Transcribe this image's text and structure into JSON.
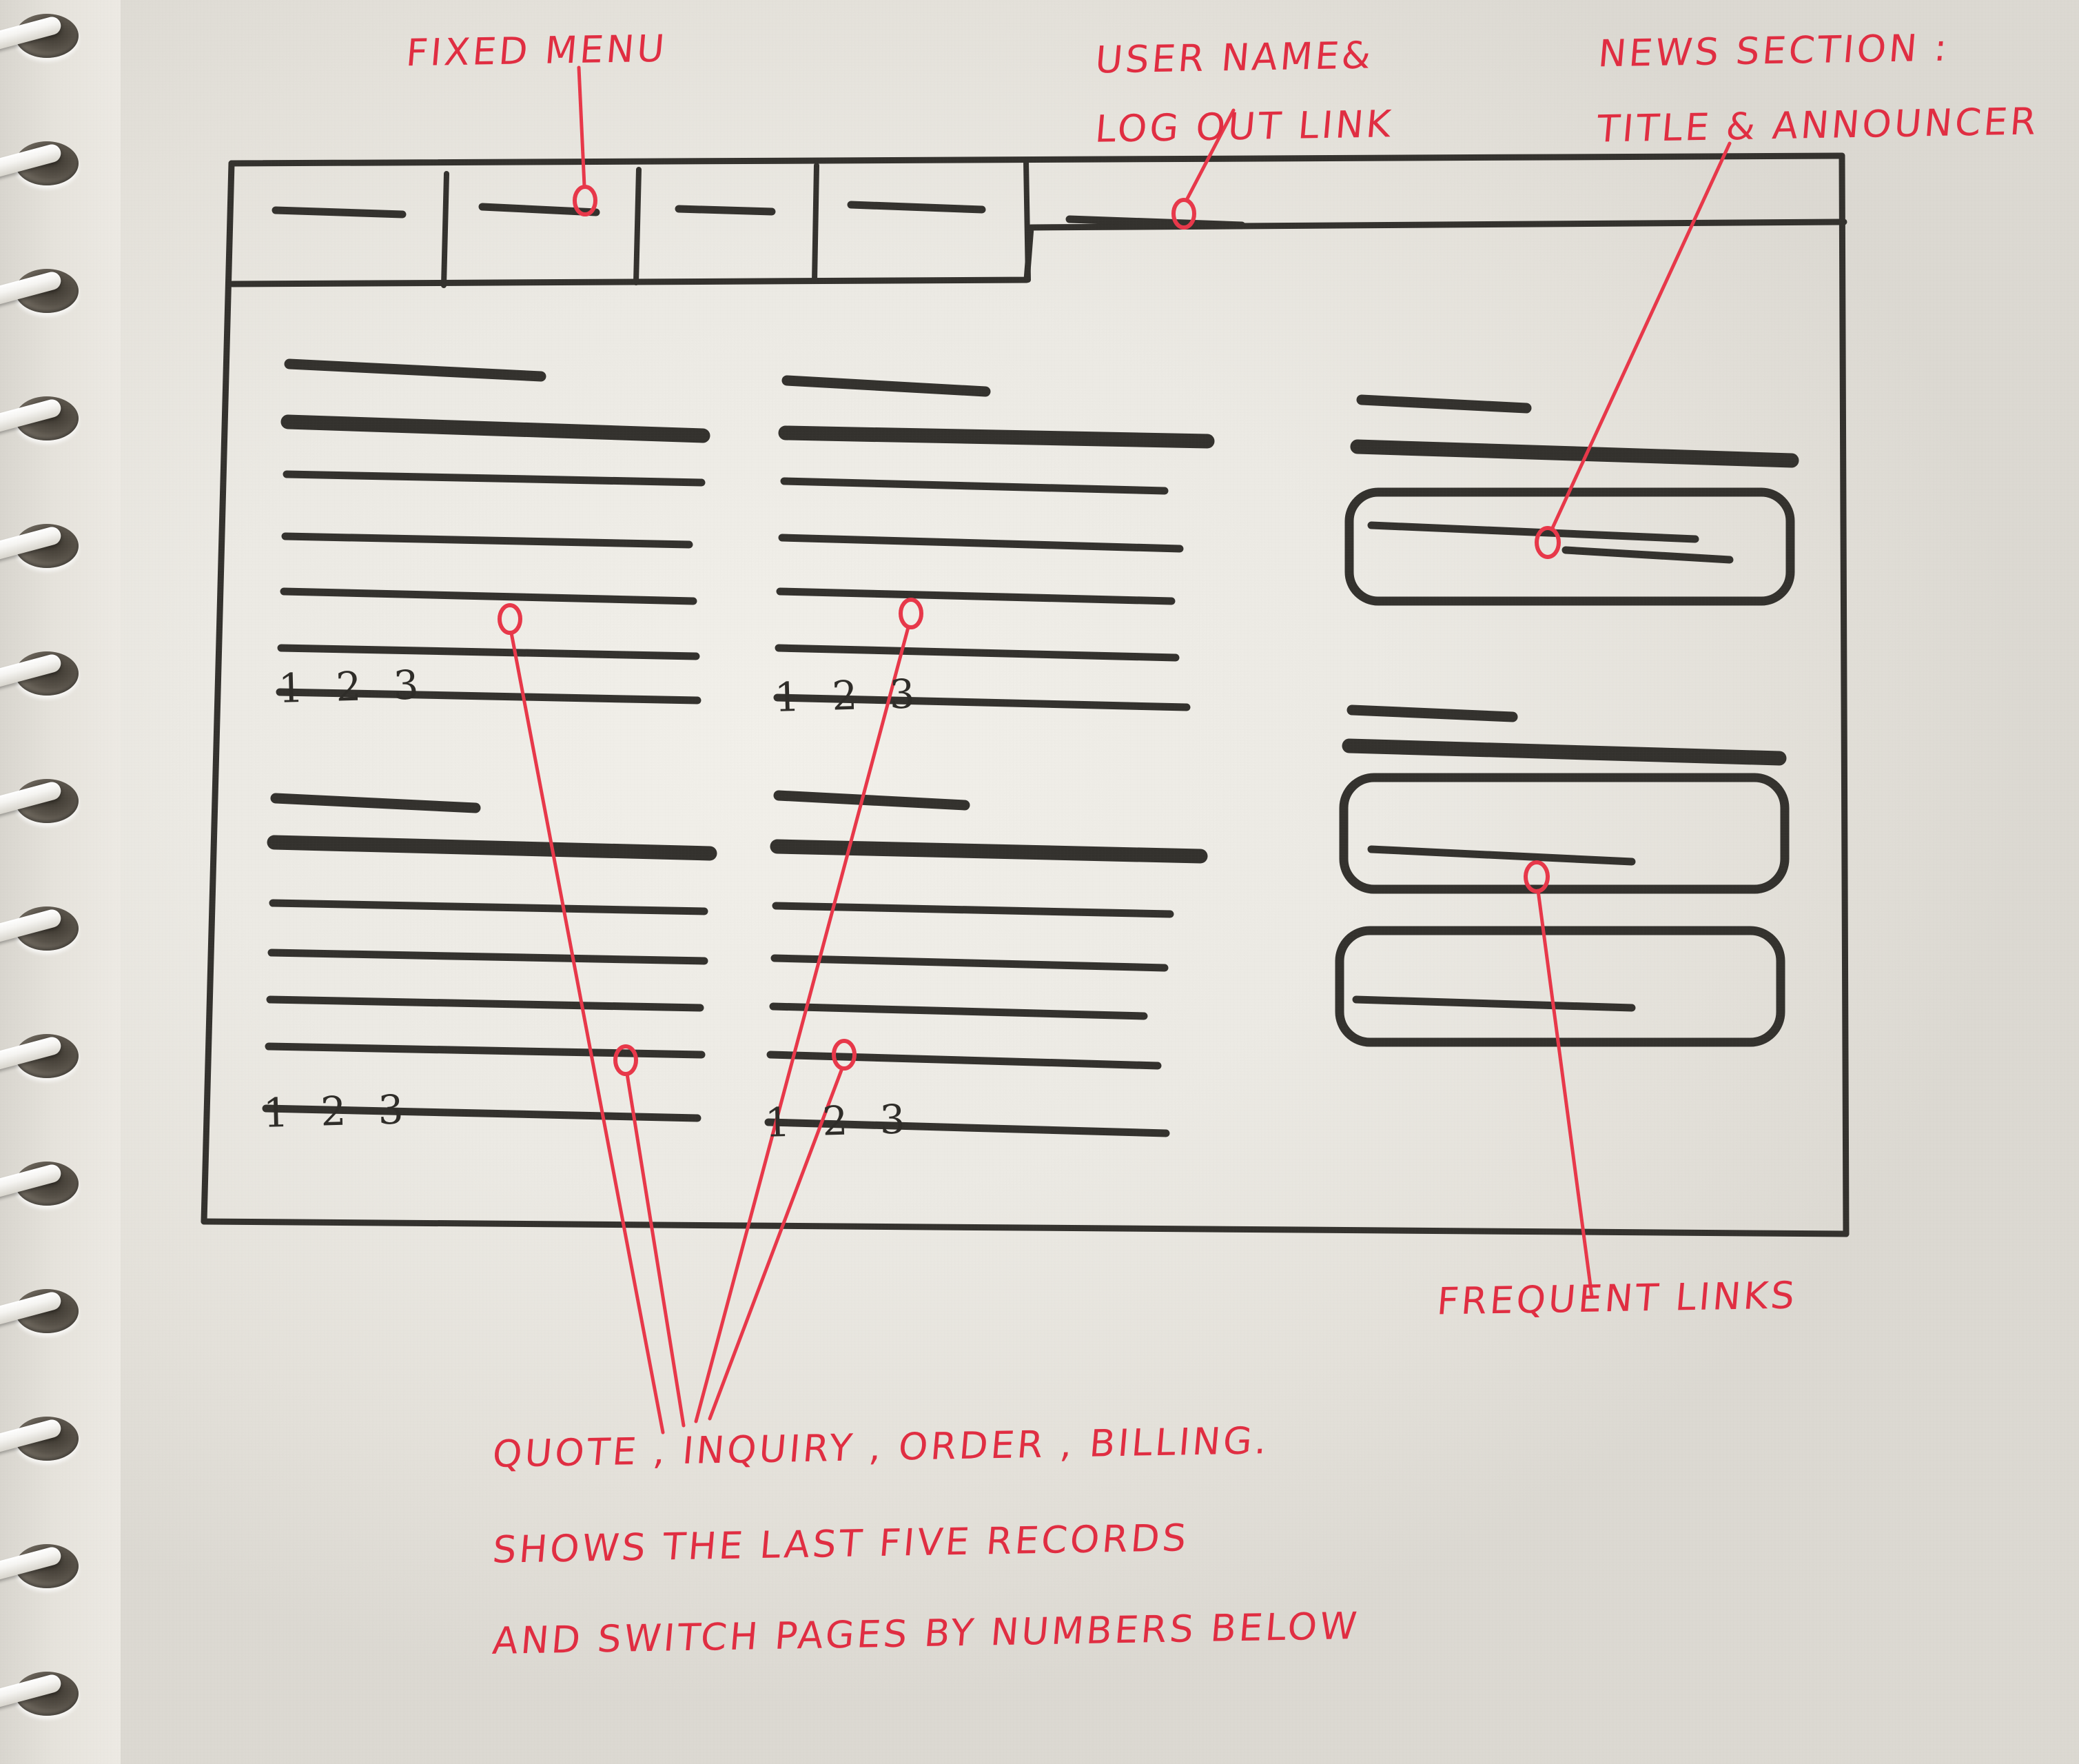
{
  "medium": "hand-drawn wireframe sketch on spiral notebook paper",
  "colors": {
    "paper": "#eceae4",
    "ink": "#34322e",
    "annotation_red": "#e8384a"
  },
  "annotations": [
    {
      "id": "fixed-menu",
      "text": "FIXED MENU",
      "lines": [
        "FIXED MENU"
      ]
    },
    {
      "id": "user-name-logout",
      "text": "USER NAME& LOG OUT LINK",
      "lines": [
        "USER NAME&",
        "LOG OUT LINK"
      ]
    },
    {
      "id": "news-section",
      "text": "NEWS SECTION : TITLE & ANNOUNCER",
      "lines": [
        "NEWS SECTION :",
        "TITLE & ANNOUNCER"
      ]
    },
    {
      "id": "frequent-links",
      "text": "FREQUENT LINKS",
      "lines": [
        "FREQUENT  LINKS"
      ]
    },
    {
      "id": "record-panels",
      "text": "QUOTE, INQUIRY, ORDER, BILLING. SHOWS THE LAST FIVE RECORDS AND SWITCH PAGES BY NUMBERS BELOW",
      "lines": [
        "QUOTE , INQUIRY , ORDER ,  BILLING.",
        "SHOWS THE LAST FIVE RECORDS",
        "AND SWITCH PAGES BY NUMBERS BELOW"
      ]
    }
  ],
  "annotation_text": {
    "fixed_menu": "FIXED MENU",
    "user_name_l1": "USER NAME&",
    "user_name_l2": "LOG OUT LINK",
    "news_l1": "NEWS SECTION :",
    "news_l2": "TITLE & ANNOUNCER",
    "frequent_links": "FREQUENT  LINKS",
    "records_l1": "QUOTE , INQUIRY , ORDER ,  BILLING.",
    "records_l2": "SHOWS THE LAST FIVE RECORDS",
    "records_l3": "AND SWITCH PAGES BY NUMBERS BELOW"
  },
  "wireframe": {
    "nav": {
      "type": "fixed-menu-bar",
      "tab_count": 5,
      "tabs": [
        {
          "index": 1,
          "label_placeholder": "—"
        },
        {
          "index": 2,
          "label_placeholder": "—"
        },
        {
          "index": 3,
          "label_placeholder": "—"
        },
        {
          "index": 4,
          "label_placeholder": "—"
        },
        {
          "index": 5,
          "label_placeholder": "—"
        }
      ],
      "user_area": {
        "label_placeholder": "—",
        "note": "user name & log out link"
      }
    },
    "panels": [
      {
        "id": "quote",
        "column": "left",
        "row": "top",
        "title_placeholder": "—",
        "record_rows": 5,
        "pagination": "1 2 3"
      },
      {
        "id": "inquiry",
        "column": "middle",
        "row": "top",
        "title_placeholder": "—",
        "record_rows": 5,
        "pagination": "1 2 3"
      },
      {
        "id": "order",
        "column": "left",
        "row": "bottom",
        "title_placeholder": "—",
        "record_rows": 5,
        "pagination": "1 2 3"
      },
      {
        "id": "billing",
        "column": "middle",
        "row": "bottom",
        "title_placeholder": "—",
        "record_rows": 5,
        "pagination": "1 2 3"
      }
    ],
    "pagination_label": "1 2 3",
    "sidebar": {
      "news": {
        "title_placeholder": "—",
        "cards": [
          {
            "index": 1,
            "title_line": "—",
            "announcer_line": "—"
          }
        ]
      },
      "frequent_links": {
        "title_placeholder": "—",
        "cards": [
          {
            "index": 1,
            "label_placeholder": "—"
          },
          {
            "index": 2,
            "label_placeholder": "—"
          }
        ]
      }
    }
  }
}
